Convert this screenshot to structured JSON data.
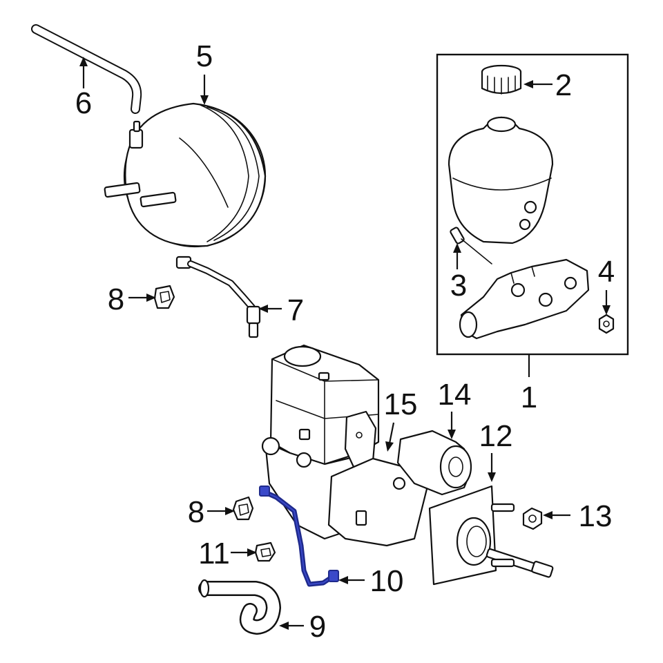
{
  "colors": {
    "line": "#111111",
    "background": "#ffffff",
    "highlight": "#1f2a8c"
  },
  "callouts": {
    "c1": "1",
    "c2": "2",
    "c3": "3",
    "c4": "4",
    "c5": "5",
    "c6": "6",
    "c7": "7",
    "c8a": "8",
    "c8b": "8",
    "c9": "9",
    "c10": "10",
    "c11": "11",
    "c12": "12",
    "c13": "13",
    "c14": "14",
    "c15": "15"
  },
  "highlighted_part": "10"
}
